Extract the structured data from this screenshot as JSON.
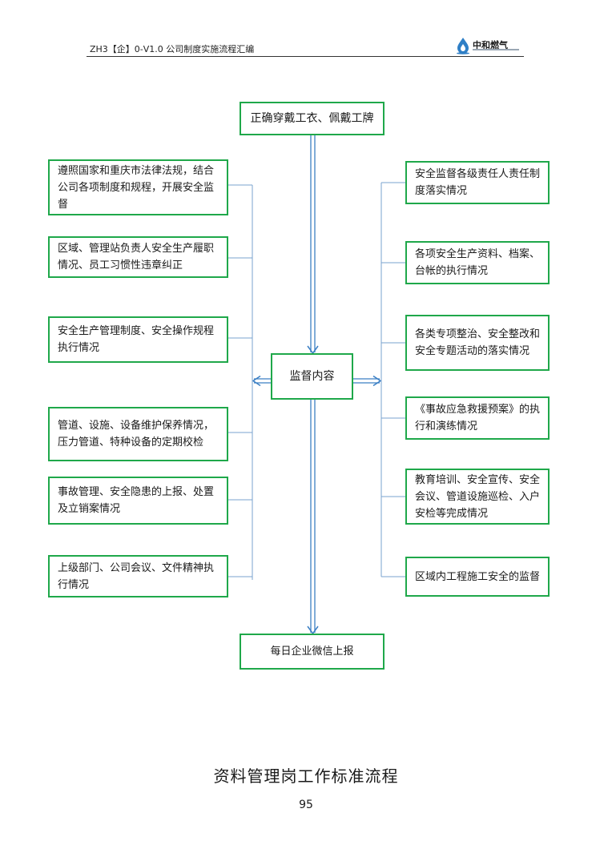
{
  "header": {
    "doc_code": "ZH3【企】0-V1.0 公司制度实施流程汇编",
    "logo_text": "中和燃气"
  },
  "flow": {
    "top": "正确穿戴工衣、佩戴工牌",
    "center": "监督内容",
    "bottom": "每日企业微信上报",
    "left_items": [
      "遵照国家和重庆市法律法规，结合公司各项制度和规程，开展安全监督",
      "区域、管理站负责人安全生产履职情况、员工习惯性违章纠正",
      "安全生产管理制度、安全操作规程执行情况",
      "管道、设施、设备维护保养情况，压力管道、特种设备的定期校检",
      "事故管理、安全隐患的上报、处置及立销案情况",
      "上级部门、公司会议、文件精神执行情况"
    ],
    "right_items": [
      "安全监督各级责任人责任制度落实情况",
      "各项安全生产资料、档案、台帐的执行情况",
      "各类专项整治、安全整改和安全专题活动的落实情况",
      "《事故应急救援预案》的执行和演练情况",
      "教育培训、安全宣传、安全会议、管道设施巡检、入户安检等完成情况",
      "区域内工程施工安全的监督"
    ]
  },
  "footer": {
    "title": "资料管理岗工作标准流程",
    "page_number": "95"
  },
  "colors": {
    "box_border": "#1fa84a",
    "arrow": "#3b7fc4"
  }
}
